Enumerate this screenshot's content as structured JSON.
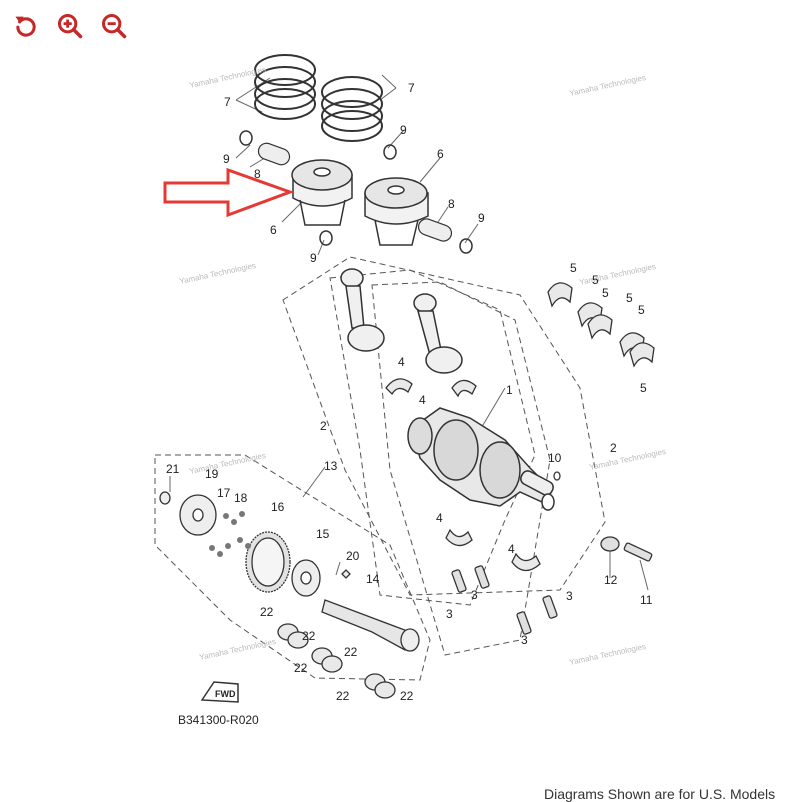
{
  "toolbar": {
    "icons": [
      "rotate-icon",
      "zoom-in-icon",
      "zoom-out-icon"
    ],
    "accent_color": "#c62828"
  },
  "diagram": {
    "diagram_code": "B341300-R020",
    "fwd_label": "FWD",
    "watermark": "Yamaha Technologies",
    "highlight_color": "#e53935",
    "callouts": {
      "c1": "1",
      "c2a": "2",
      "c2b": "2",
      "c3a": "3",
      "c3b": "3",
      "c3c": "3",
      "c3d": "3",
      "c4a": "4",
      "c4b": "4",
      "c4c": "4",
      "c4d": "4",
      "c5a": "5",
      "c5b": "5",
      "c5c": "5",
      "c5d": "5",
      "c5e": "5",
      "c5f": "5",
      "c6a": "6",
      "c6b": "6",
      "c7a": "7",
      "c7b": "7",
      "c8a": "8",
      "c8b": "8",
      "c9a": "9",
      "c9b": "9",
      "c9c": "9",
      "c9d": "9",
      "c10": "10",
      "c11": "11",
      "c12": "12",
      "c13": "13",
      "c14": "14",
      "c15": "15",
      "c16": "16",
      "c17": "17",
      "c18": "18",
      "c19": "19",
      "c20": "20",
      "c21": "21",
      "c22a": "22",
      "c22b": "22",
      "c22c": "22",
      "c22d": "22",
      "c22e": "22"
    }
  },
  "footer": {
    "note": "Diagrams Shown are for U.S. Models"
  }
}
